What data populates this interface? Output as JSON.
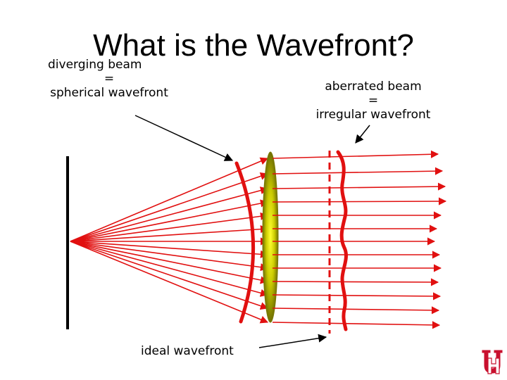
{
  "slide": {
    "title": "What is the Wavefront?"
  },
  "labels": {
    "diverging": {
      "line1": "diverging beam",
      "line2": "=",
      "line3": "spherical wavefront"
    },
    "aberrated": {
      "line1": "aberrated beam",
      "line2": "=",
      "line3": "irregular wavefront"
    },
    "ideal": "ideal wavefront"
  },
  "colors": {
    "ray": "#e11010",
    "wavefront": "#e11010",
    "lens": "#9a9a00",
    "screen": "#000000",
    "logo": "#c8102e"
  },
  "logo": {
    "text": "UH"
  }
}
